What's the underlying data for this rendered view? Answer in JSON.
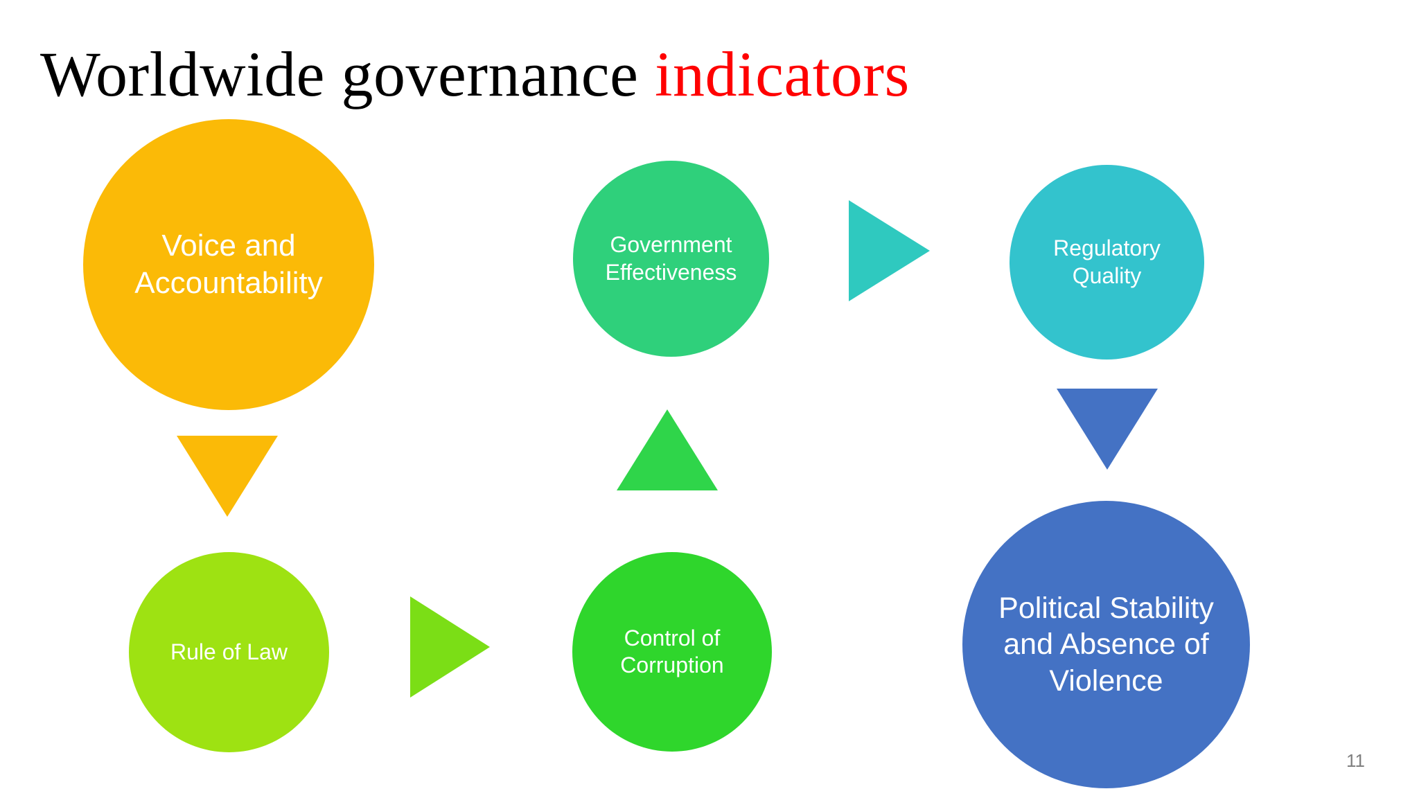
{
  "slide": {
    "title": {
      "main": "Worldwide governance ",
      "accent": "indicators",
      "main_color": "#000000",
      "accent_color": "#FF0000"
    },
    "page_number": "11",
    "background_color": "#FFFFFF"
  },
  "nodes": [
    {
      "key": "voice_and_accountability",
      "label": "Voice and Accountability",
      "color": "#FBBA07"
    },
    {
      "key": "government_effectiveness",
      "label": "Government Effectiveness",
      "color": "#2FD07B"
    },
    {
      "key": "regulatory_quality",
      "label": "Regulatory Quality",
      "color": "#33C3CD"
    },
    {
      "key": "rule_of_law",
      "label": "Rule of Law",
      "color": "#9EE212"
    },
    {
      "key": "control_of_corruption",
      "label": "Control of Corruption",
      "color": "#2FD62C"
    },
    {
      "key": "political_stability",
      "label": "Political Stability and Absence of Violence",
      "color": "#4472C4"
    }
  ],
  "arrows": [
    {
      "key": "voice_to_rule",
      "direction": "down",
      "color": "#FBBA07",
      "from": "voice_and_accountability",
      "to": "rule_of_law"
    },
    {
      "key": "goveff_to_regqual",
      "direction": "right",
      "color": "#2FC9BF",
      "from": "government_effectiveness",
      "to": "regulatory_quality"
    },
    {
      "key": "regqual_to_polstab",
      "direction": "down",
      "color": "#4472C4",
      "from": "regulatory_quality",
      "to": "political_stability"
    },
    {
      "key": "corrupt_to_goveff",
      "direction": "up",
      "color": "#2FD54A",
      "from": "control_of_corruption",
      "to": "government_effectiveness"
    },
    {
      "key": "rule_to_corrupt",
      "direction": "right",
      "color": "#7BDE16",
      "from": "rule_of_law",
      "to": "control_of_corruption"
    }
  ]
}
